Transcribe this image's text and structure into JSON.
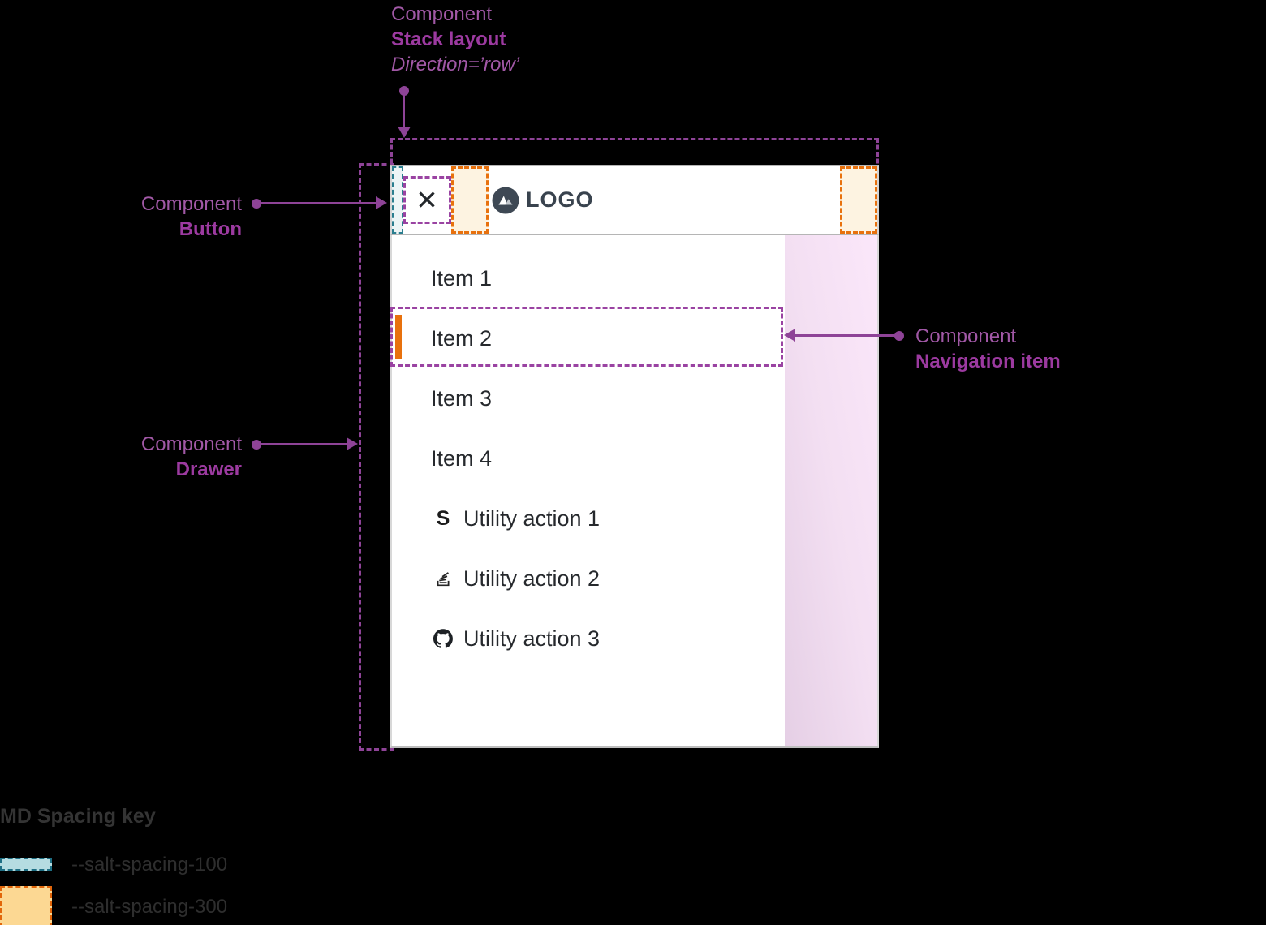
{
  "colors": {
    "annotation_purple": "#9a43a2",
    "spacing_teal_border": "#2b7e8f",
    "spacing_teal_fill_inline": "#edf5f6",
    "spacing_teal_fill_legend": "#b5dce1",
    "spacing_orange_border": "#e8710d",
    "spacing_orange_fill_inline": "#fdf3e1",
    "spacing_orange_fill_legend": "#fcd893",
    "active_indicator": "#e8710d",
    "scrim_pink": "#f3dff2",
    "logo_slate": "#3e4854",
    "item_text": "#26292d"
  },
  "annotations": {
    "stack_layout": {
      "label": "Component",
      "name": "Stack layout",
      "property": "Direction=’row’"
    },
    "button": {
      "label": "Component",
      "name": "Button"
    },
    "drawer": {
      "label": "Component",
      "name": "Drawer"
    },
    "navigation_item": {
      "label": "Component",
      "name": "Navigation item"
    }
  },
  "drawer": {
    "logo_text": "LOGO",
    "items": [
      {
        "label": "Item 1",
        "active": false
      },
      {
        "label": "Item 2",
        "active": true
      },
      {
        "label": "Item 3",
        "active": false
      },
      {
        "label": "Item 4",
        "active": false
      }
    ],
    "utilities": [
      {
        "icon": "s-letter-icon",
        "glyph": "S",
        "label": "Utility action 1"
      },
      {
        "icon": "stack-overflow-icon",
        "label": "Utility action 2"
      },
      {
        "icon": "github-icon",
        "label": "Utility action 3"
      }
    ]
  },
  "legend": {
    "title": "MD Spacing key",
    "entries": [
      {
        "token": "--salt-spacing-100",
        "swatch": "teal"
      },
      {
        "token": "--salt-spacing-300",
        "swatch": "orange"
      }
    ]
  }
}
